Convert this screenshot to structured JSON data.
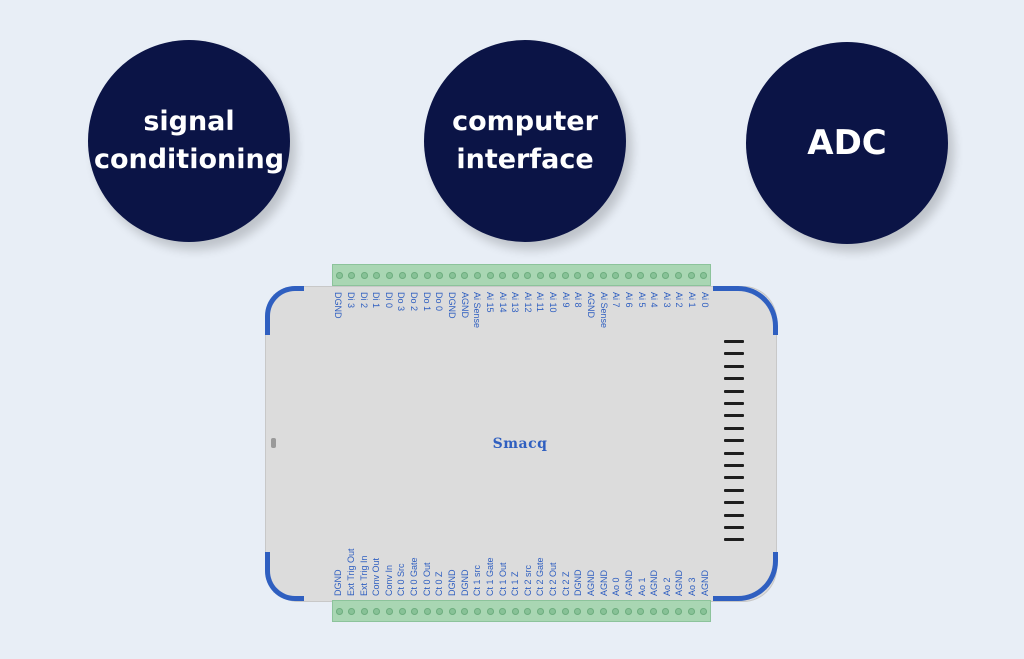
{
  "circles": {
    "left": "signal\nconditioning",
    "middle": "computer\ninterface",
    "right": "ADC"
  },
  "board": {
    "brand": "Smacq",
    "top_pins": [
      "DGND",
      "Di 3",
      "Di 2",
      "Di 1",
      "Di 0",
      "Do 3",
      "Do 2",
      "Do 1",
      "Do 0",
      "DGND",
      "AGND",
      "Ai Sense",
      "Ai 15",
      "Ai 14",
      "Ai 13",
      "Ai 12",
      "Ai 11",
      "Ai 10",
      "Ai 9",
      "Ai 8",
      "AGND",
      "Ai Sense",
      "Ai 7",
      "Ai 6",
      "Ai 5",
      "Ai 4",
      "Ai 3",
      "Ai 2",
      "Ai 1",
      "Ai 0"
    ],
    "bottom_pins": [
      "DGND",
      "Ext Trig Out",
      "Ext Trig In",
      "Conv Out",
      "Conv In",
      "Ct 0 Src",
      "Ct 0 Gate",
      "Ct 0 Out",
      "Ct 0 Z",
      "DGND",
      "DGND",
      "Ct 1 src",
      "Ct 1 Gate",
      "Ct 1 Out",
      "Ct 1 Z",
      "Ct 2 src",
      "Ct 2 Gate",
      "Ct 2 Out",
      "Ct 2 Z",
      "DGND",
      "AGND",
      "AGND",
      "Ao 0",
      "AGND",
      "Ao 1",
      "AGND",
      "Ao 2",
      "AGND",
      "Ao 3",
      "AGND"
    ]
  },
  "colors": {
    "circle_fill": "#0b1446",
    "bracket_blue": "#2f5fc0",
    "terminal_green": "#a9d6b3",
    "board_gray": "#dcdcdc"
  }
}
